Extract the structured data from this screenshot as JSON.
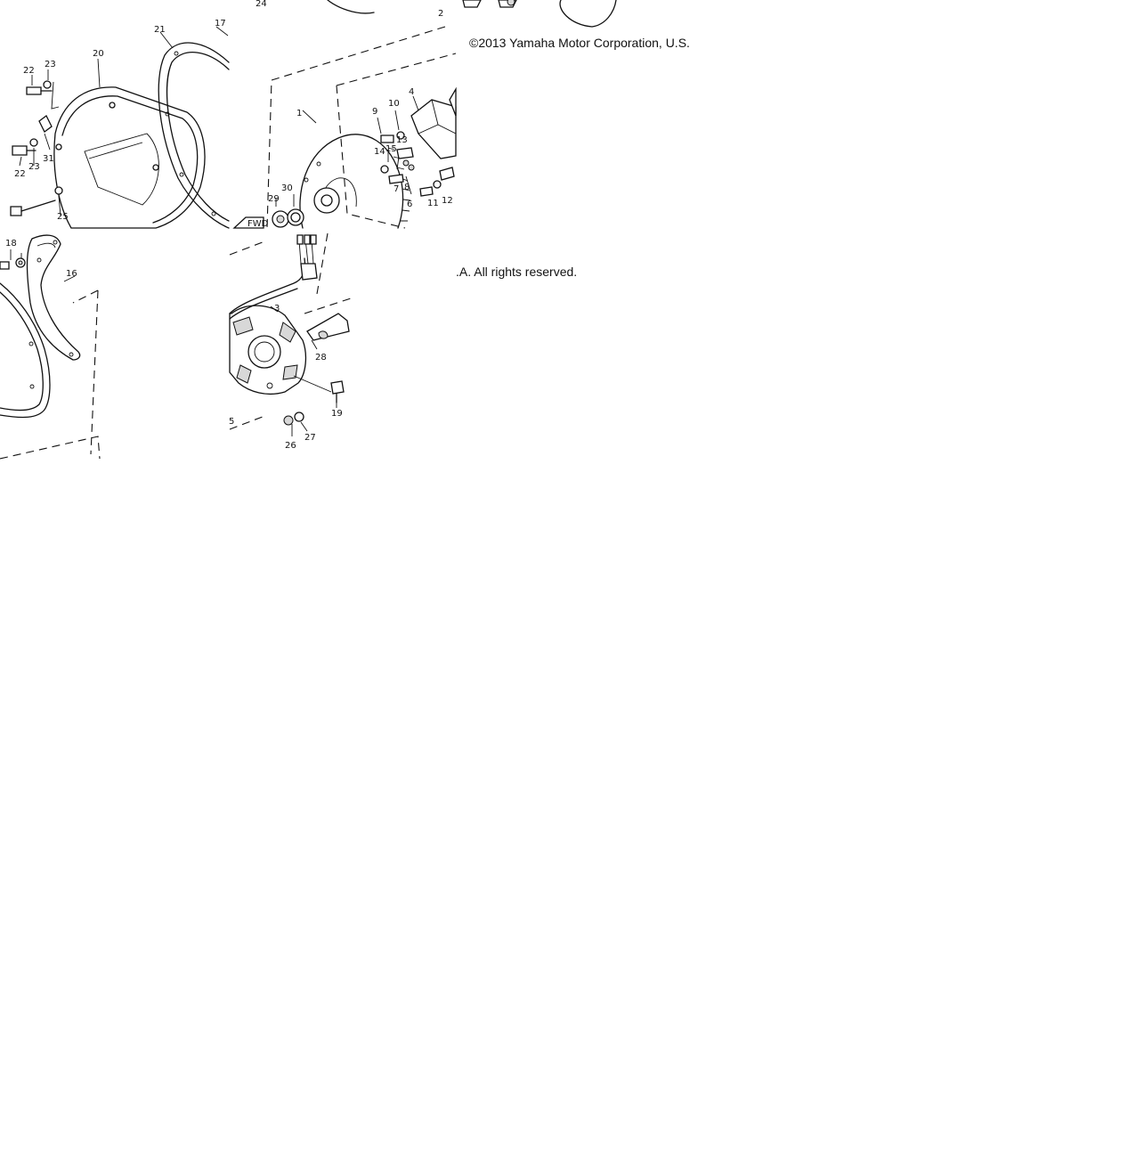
{
  "copyright": {
    "line1": "©2013 Yamaha Motor Corporation, U.S.",
    "line2": ".A. All rights reserved."
  },
  "fwd_marker": "FWD",
  "part_labels": [
    "1",
    "2",
    "3",
    "4",
    "5",
    "6",
    "7",
    "8",
    "9",
    "10",
    "11",
    "12",
    "13",
    "14",
    "15",
    "16",
    "17",
    "18",
    "19",
    "20",
    "21",
    "22",
    "23",
    "24",
    "25",
    "26",
    "27",
    "28",
    "29",
    "30",
    "31"
  ]
}
